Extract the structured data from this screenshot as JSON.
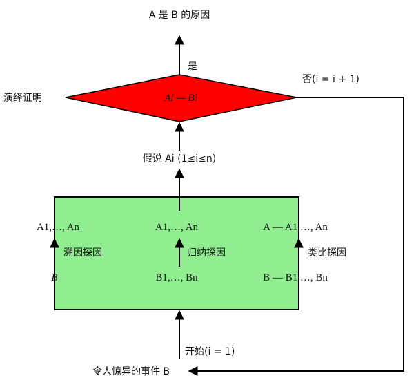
{
  "colors": {
    "diamond_fill": "#ff0000",
    "box_fill": "#90ee90",
    "line": "#000000"
  },
  "labels": {
    "top_result": "A 是 B 的原因",
    "yes": "是",
    "no": "否(i = i + 1)",
    "deduction": "演绎证明",
    "diamond_text": "Ai — Bi",
    "hypothesis": "假说 Ai (1≤i≤n)",
    "col1_top": "A1,…, An",
    "col2_top": "A1,…, An",
    "col3_top": "A — A1,…, An",
    "col1_method": "溯因探因",
    "col2_method": "归纳探因",
    "col3_method": "类比探因",
    "col1_bottom": "B",
    "col2_bottom": "B1,…, Bn",
    "col3_bottom": "B — B1,…, Bn",
    "start": "开始(i = 1)",
    "event": "令人惊异的事件 B"
  }
}
